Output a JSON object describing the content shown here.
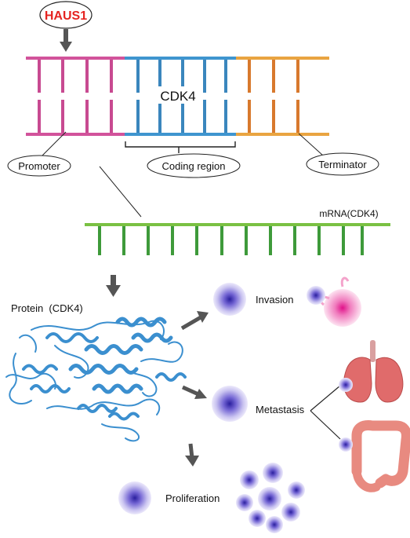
{
  "gene": {
    "regulator": "HAUS1",
    "name": "CDK4",
    "regions": {
      "promoter": "Promoter",
      "coding": "Coding region",
      "terminator": "Terminator"
    }
  },
  "transcript": {
    "label": "mRNA(CDK4)"
  },
  "protein": {
    "label": "Protein  (CDK4)"
  },
  "outcomes": {
    "invasion": "Invasion",
    "metastasis": "Metastasis",
    "proliferation": "Proliferation"
  },
  "colors": {
    "promoter": "#d2539b",
    "coding": "#3f95cf",
    "terminator": "#e9a441",
    "mrna": "#3e9a3a",
    "regulator_text": "#e52421",
    "arrow": "#555555",
    "cell": "#6a5fc8",
    "organ_lung": "#e06b6b",
    "organ_colon": "#e88a80",
    "protein_ribbon": "#3b8fcf"
  }
}
